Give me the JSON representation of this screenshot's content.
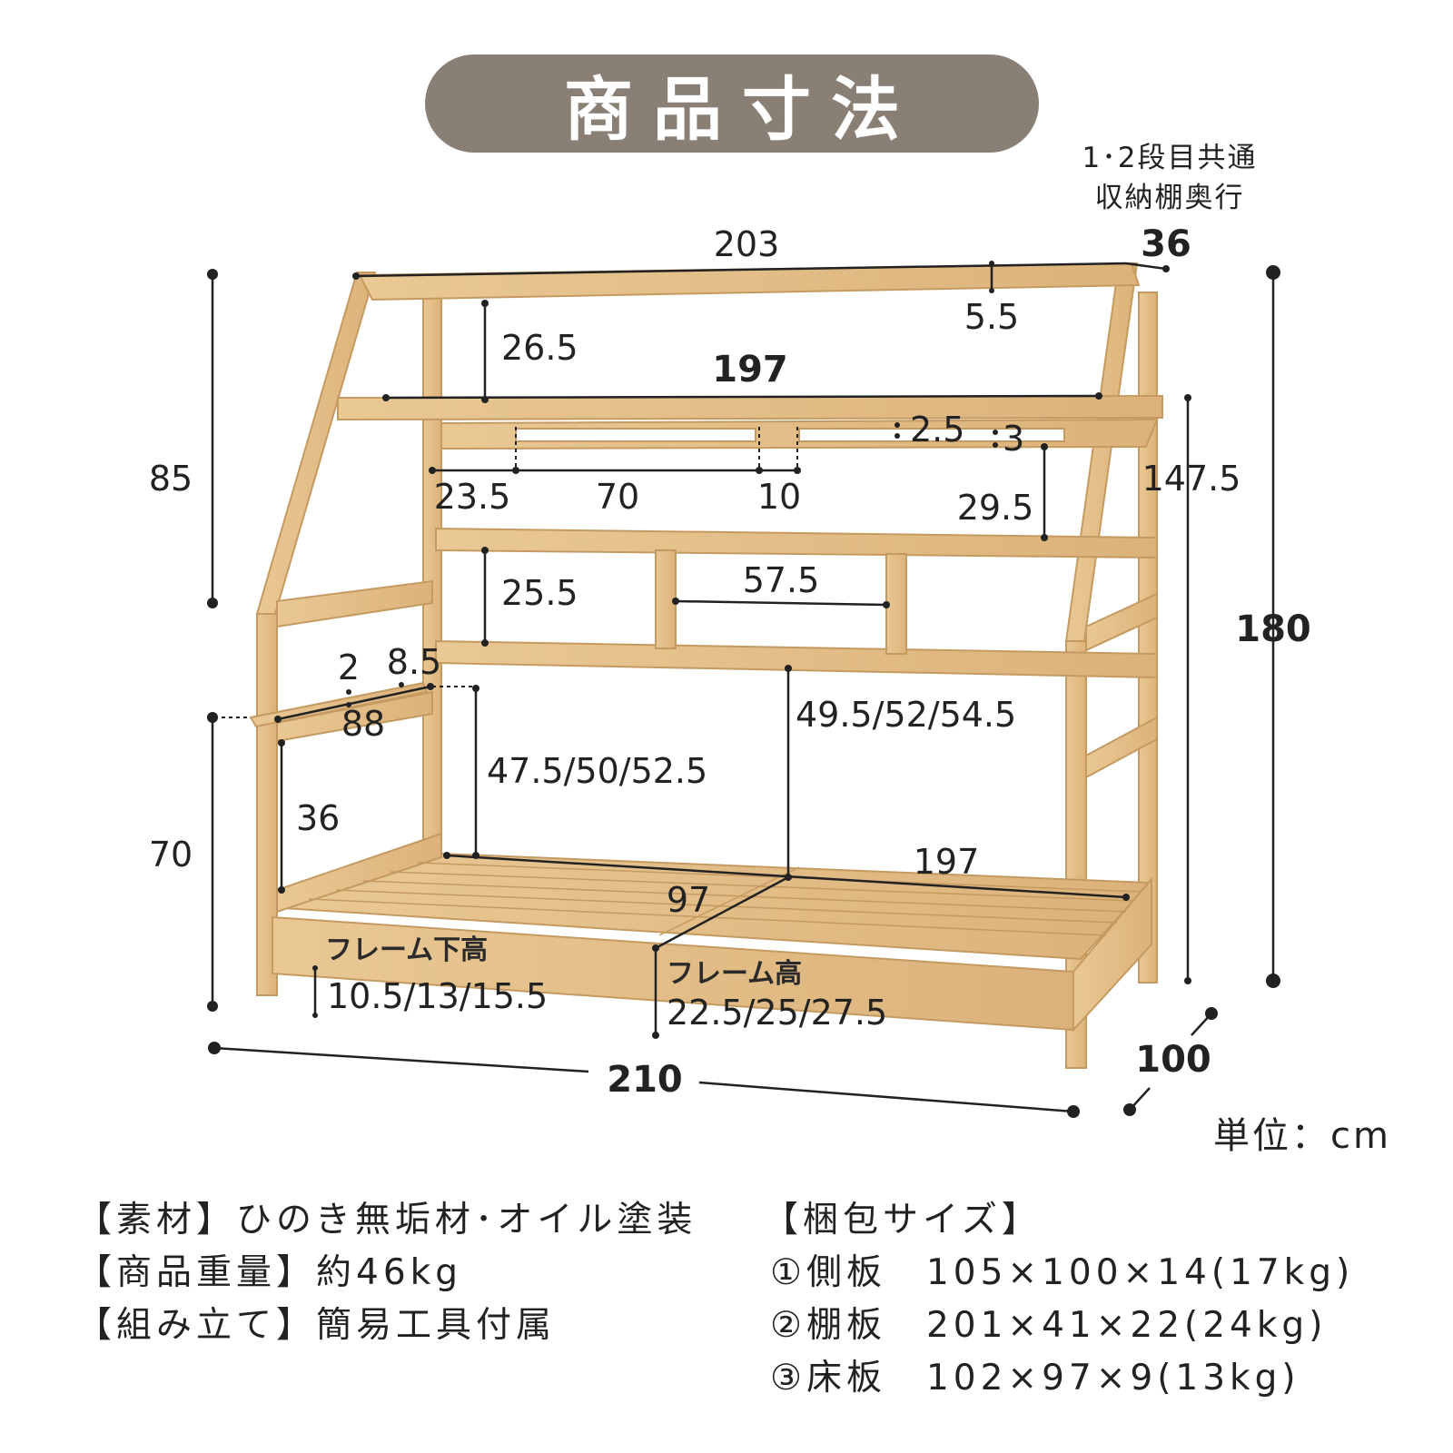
{
  "title": "商品寸法",
  "shelf_note_line1": "1･2段目共通",
  "shelf_note_line2": "収納棚奥行",
  "dims": {
    "top_width": "203",
    "shelf_depth": "36",
    "top_rail_thickness": "5.5",
    "top_gap": "26.5",
    "shelf_width": "197",
    "left_height": "85",
    "slot_gap": "2.5",
    "slot_inset": "3",
    "slot_left": "23.5",
    "slot_width": "70",
    "slot_bridge": "10",
    "shelf_to_rail": "29.5",
    "right_post_height": "147.5",
    "rail_gap": "25.5",
    "panel_width": "57.5",
    "total_height": "180",
    "guard_thickness": "2",
    "guard_offset": "8.5",
    "guard_length": "88",
    "under_rail_height": "49.5/52/54.5",
    "guard_clearance": "47.5/50/52.5",
    "guard_height": "36",
    "side_height": "70",
    "inner_length": "197",
    "inner_width": "97",
    "frame_under_label": "フレーム下高",
    "frame_under_value": "10.5/13/15.5",
    "frame_label": "フレーム高",
    "frame_value": "22.5/25/27.5",
    "total_length": "210",
    "total_depth": "100"
  },
  "unit": "単位：cm",
  "specs": {
    "material": "【素材】ひのき無垢材･オイル塗装",
    "weight": "【商品重量】約46kg",
    "assembly": "【組み立て】簡易工具付属",
    "package_title": "【梱包サイズ】",
    "package_items": [
      "①側板　105×100×14(17kg)",
      "②棚板　201×41×22(24kg)",
      "③床板　102×97×9(13kg)"
    ]
  },
  "colors": {
    "banner": "#8a7f75",
    "wood": "#e8c48e",
    "wood_dark": "#cfa36a",
    "text": "#222222"
  }
}
